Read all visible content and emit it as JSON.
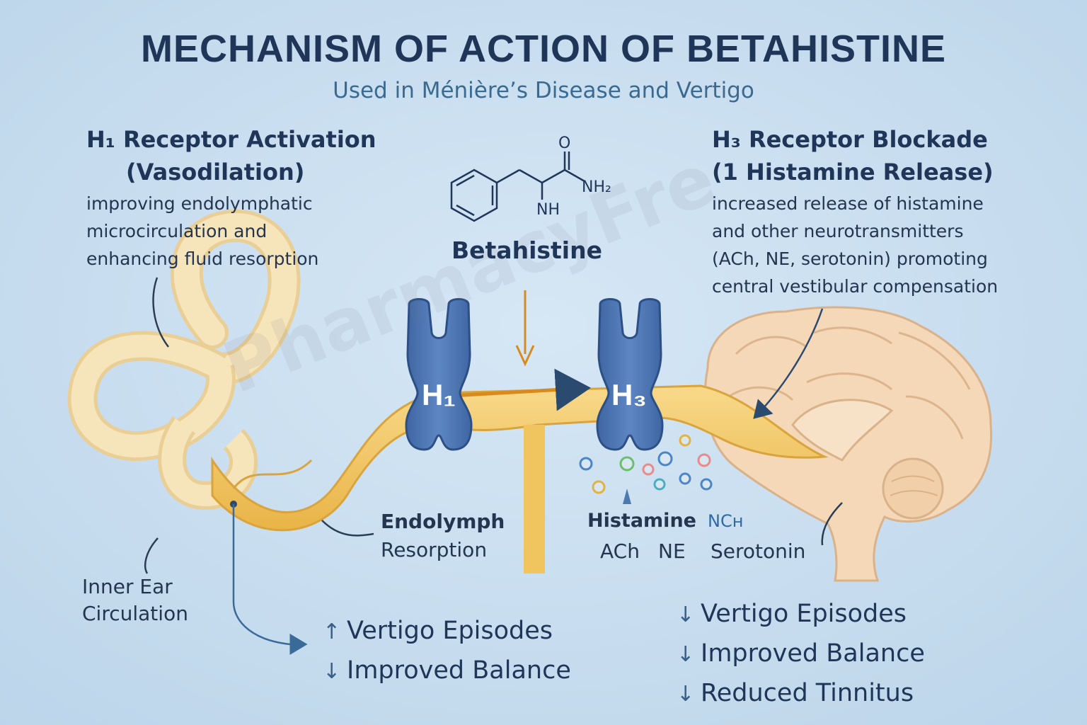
{
  "title": "MECHANISM OF ACTION OF BETAHISTINE",
  "subtitle": "Used in Ménière’s Disease and Vertigo",
  "left_panel": {
    "heading_line1": "H₁ Receptor Activation",
    "heading_line2": "(Vasodilation)",
    "description": [
      "improving endolymphatic",
      "microcirculation and",
      "enhancing fluid resorption"
    ]
  },
  "right_panel": {
    "heading_line1": "H₃ Receptor Blockade",
    "heading_line2": "(1 Histamine Release)",
    "description": [
      "increased release of histamine",
      "and other neurotransmitters",
      "(ACh, NE, serotonin) promoting",
      "central vestibular compensation"
    ]
  },
  "drug": {
    "name": "Betahistine",
    "structure_labels": {
      "oxygen": "O",
      "amide": "NH₂",
      "amine": "NH"
    }
  },
  "receptors": {
    "h1": "H₁",
    "h3": "H₃"
  },
  "labels": {
    "endolymph_line1": "Endolymph",
    "endolymph_line2": "Resorption",
    "inner_ear_line1": "Inner Ear",
    "inner_ear_line2": "Circulation",
    "histamine": "Histamine",
    "nch": "NCʜ",
    "ach": "ACh",
    "ne": "NE",
    "serotonin": "Serotonin"
  },
  "left_effects": [
    {
      "arrow": "↑",
      "text": "Vertigo Episodes"
    },
    {
      "arrow": "↓",
      "text": "Improved Balance"
    }
  ],
  "right_effects": [
    {
      "arrow": "↓",
      "text": "Vertigo Episodes"
    },
    {
      "arrow": "↓",
      "text": "Improved Balance"
    },
    {
      "arrow": "↓",
      "text": "Reduced Tinnitus"
    }
  ],
  "watermark": "PharmacyFre",
  "colors": {
    "background": "#c9def0",
    "nerve": "#f2c15a",
    "bone": "#f6e4bb",
    "receptor": "#4f78b4",
    "brain": "#f4d8b8",
    "title": "#1f3658"
  }
}
